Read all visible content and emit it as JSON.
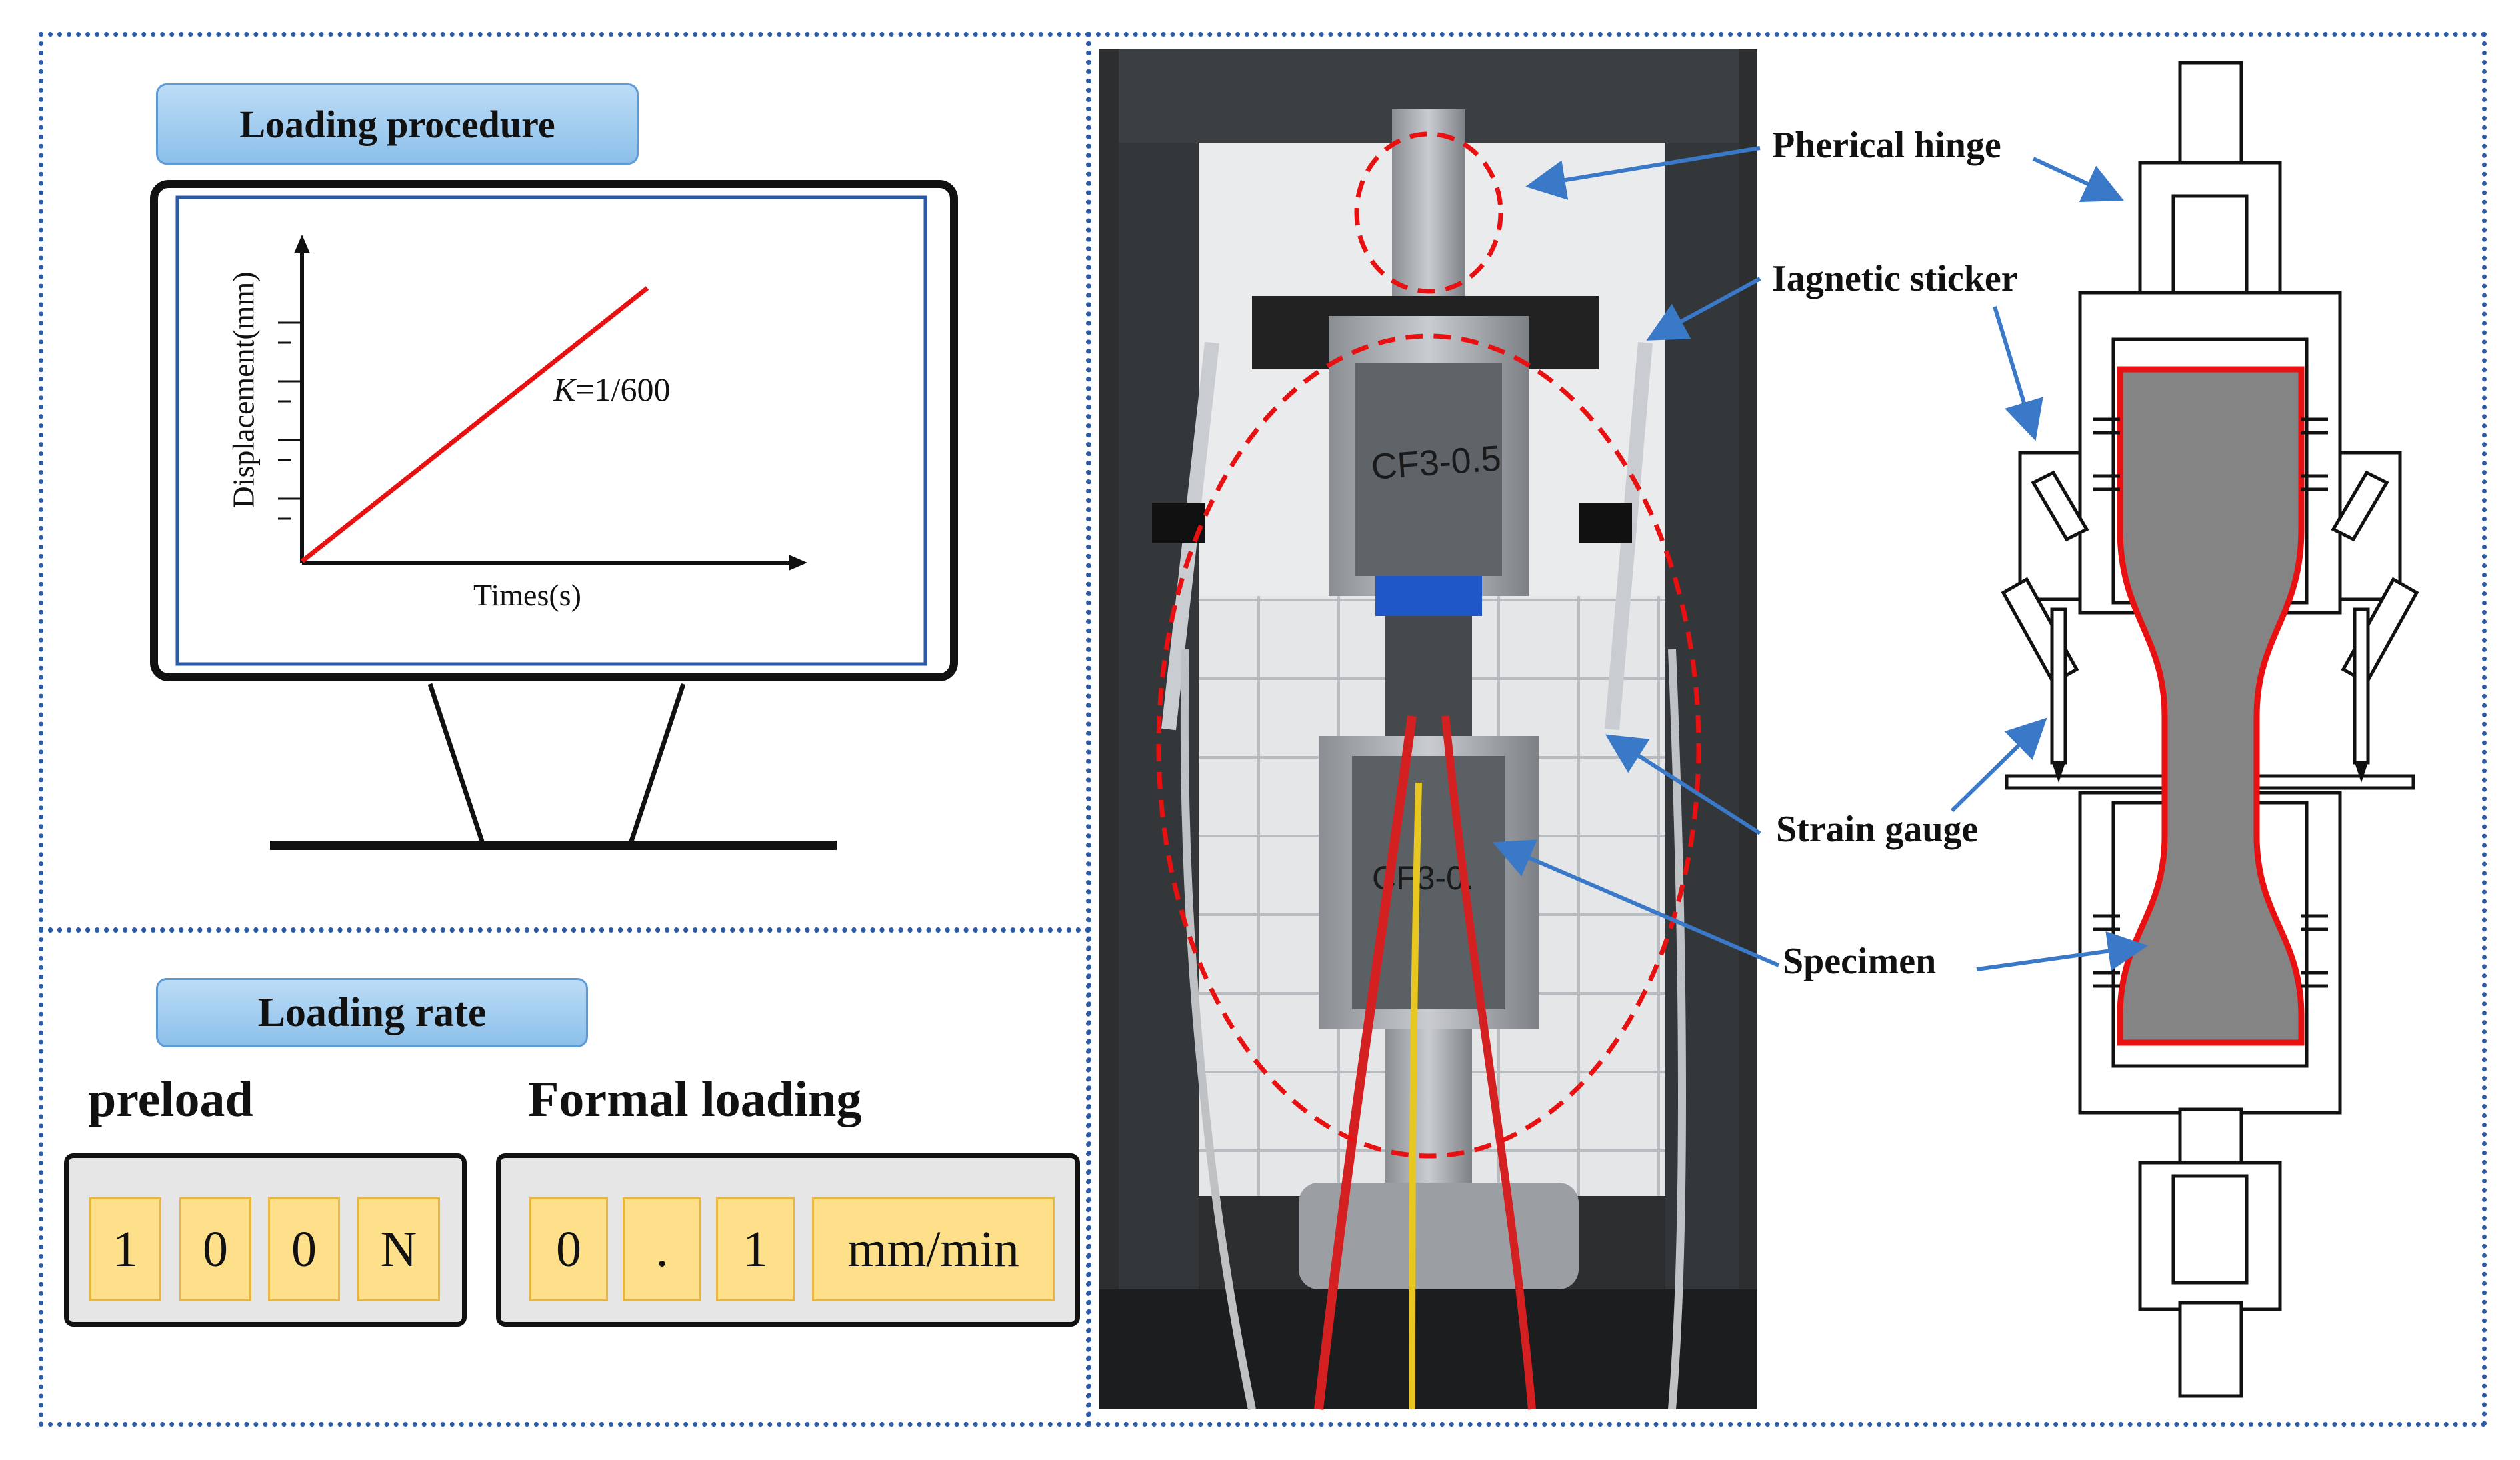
{
  "procedure": {
    "title": "Loading procedure",
    "y_axis_label": "Displacement(mm)",
    "x_axis_label": "Times(s)",
    "slope_label_var": "K",
    "slope_label_value": "=1/600"
  },
  "rate": {
    "title": "Loading rate",
    "preload_label": "preload",
    "preload_digits": [
      "1",
      "0",
      "0",
      "N"
    ],
    "formal_label": "Formal loading",
    "formal_digits": [
      "0",
      ".",
      "1",
      "mm/min"
    ]
  },
  "callouts": {
    "hinge": "Pherical hinge",
    "sticker": "Iagnetic sticker",
    "gauge": "Strain gauge",
    "specimen": "Specimen"
  },
  "photo": {
    "specimen_mark_top": "CF3-0.5",
    "specimen_mark_bottom": "CF3-0."
  },
  "colors": {
    "frame": "#2a5aa8",
    "pill": "#8cc0ea",
    "digit_fill": "#ffe08a",
    "line_red": "#e81010",
    "arrow_blue": "#3a78c8"
  }
}
